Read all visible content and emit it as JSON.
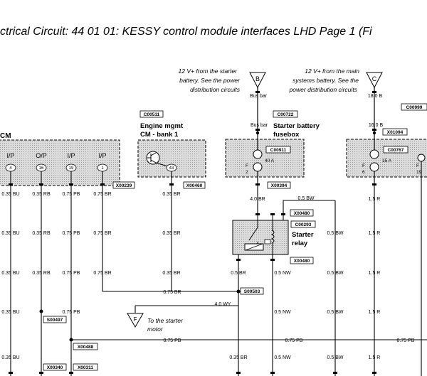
{
  "title": "ctrical Circuit: 44 01 01: KESSY control module interfaces LHD  Page 1  (Fi",
  "notes": {
    "starter_battery": [
      "12 V+ from the starter",
      "battery. See the power",
      "distribution circuits"
    ],
    "main_battery": [
      "12 V+ from the main",
      "systems battery. See the",
      "power distribution circuits"
    ],
    "to_starter_motor": [
      "To the starter",
      "motor"
    ]
  },
  "bus_nodes": [
    {
      "letter": "B"
    },
    {
      "letter": "C"
    }
  ],
  "bus_labels": {
    "bus_bar_1": "Bus bar",
    "bus_bar_2": "Bus bar",
    "wire_18_0B": "18.0 B",
    "wire_16_0B": "16.0 B"
  },
  "components": {
    "left_module": {
      "name_fragment": "CM",
      "pin_types": [
        "I/P",
        "O/P",
        "I/P",
        "I/P"
      ],
      "pin_numbers": [
        "4",
        "16",
        "19",
        "1"
      ]
    },
    "engine_mgmt": {
      "code": "C00511",
      "title": [
        "Engine mgmt",
        "CM - bank 1"
      ],
      "pin_number": "43"
    },
    "starter_fusebox": {
      "code": "C00722",
      "title": [
        "Starter battery",
        "fusebox"
      ],
      "fuse_code": "C00911",
      "fuse_rating": "40 A",
      "fuse_label": "F",
      "fuse_number": "2"
    },
    "starter_relay": {
      "code": "C00293",
      "title": [
        "Starter",
        "relay"
      ]
    },
    "right_fusebox": {
      "fuse_code": "C00767",
      "fuse_rating": "15 A",
      "fuse_label": "F",
      "fuse_number": "6",
      "code_top": "C00999",
      "code2": "X01094",
      "edge_label": "F",
      "edge_number": "19"
    }
  },
  "connectors": {
    "x239": "X00239",
    "x460": "X00460",
    "x394": "X00394",
    "x480a": "X00480",
    "x480b": "X00480",
    "x503": "S00503",
    "x497": "S00497",
    "x488": "X00488",
    "x340": "X00340",
    "x311": "X00311"
  },
  "wires": {
    "bu": "0.35 BU",
    "rb": "0.35 RB",
    "pb": "0.75 PB",
    "br075": "0.75 BR",
    "br035": "0.35 BR",
    "br40": "4.0 BR",
    "bw": "0.5 BW",
    "br05": "0.5 BR",
    "nw": "0.5 NW",
    "r15": "1.5 R",
    "wy": "4.0 WY"
  }
}
